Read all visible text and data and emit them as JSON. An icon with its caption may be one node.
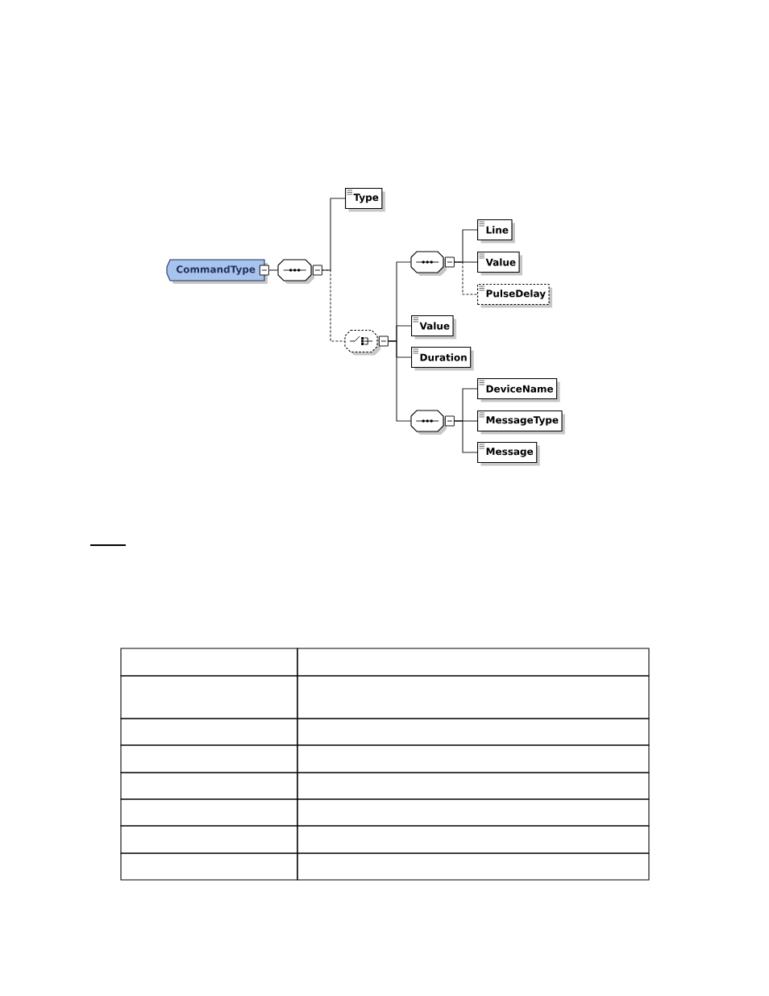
{
  "diagram": {
    "nodes": [
      {
        "text": [
          "CommandType"
        ]
      },
      {
        "text": [],
        "shape": "octagon"
      },
      {
        "text": [
          "Type"
        ]
      },
      {
        "text": [],
        "shape": "octagon"
      },
      {
        "text": [],
        "shape": "octagon"
      },
      {
        "text": [
          "Line"
        ]
      },
      {
        "text": [
          "Value"
        ]
      },
      {
        "text": [
          "PulseDelay"
        ]
      },
      {
        "text": [
          "Value"
        ]
      },
      {
        "text": [
          "Duration"
        ]
      },
      {
        "text": [],
        "shape": "octagon"
      },
      {
        "text": [
          "DeviceName"
        ]
      },
      {
        "text": [
          "MessageType"
        ]
      },
      {
        "text": [
          "Message"
        ]
      }
    ],
    "edges": [
      {
        "from": 0,
        "to": 1,
        "arrow": "none"
      },
      {
        "from": 1,
        "to": 2,
        "arrow": "none"
      },
      {
        "from": 1,
        "to": 3,
        "arrow": "none",
        "style": "dashed"
      },
      {
        "from": 3,
        "to": 4,
        "arrow": "none"
      },
      {
        "from": 4,
        "to": 5,
        "arrow": "none"
      },
      {
        "from": 4,
        "to": 6,
        "arrow": "none"
      },
      {
        "from": 4,
        "to": 7,
        "arrow": "none",
        "style": "dashed"
      },
      {
        "from": 3,
        "to": 8,
        "arrow": "none"
      },
      {
        "from": 3,
        "to": 9,
        "arrow": "none"
      },
      {
        "from": 3,
        "to": 10,
        "arrow": "none"
      },
      {
        "from": 10,
        "to": 11,
        "arrow": "none"
      },
      {
        "from": 10,
        "to": 12,
        "arrow": "none"
      },
      {
        "from": 10,
        "to": 13,
        "arrow": "none"
      }
    ]
  }
}
